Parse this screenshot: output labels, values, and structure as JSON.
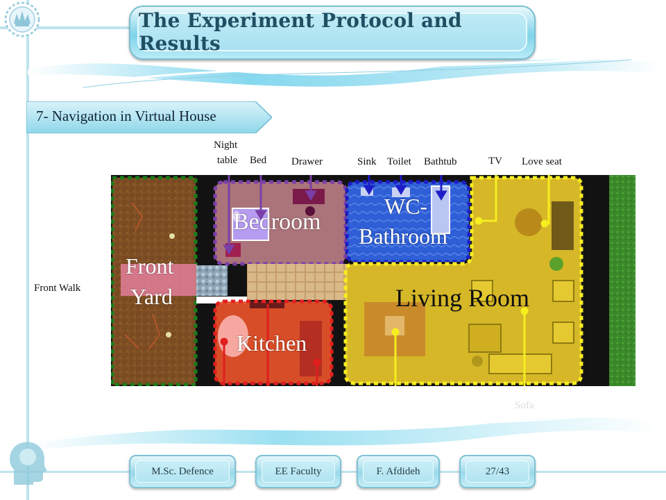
{
  "slide": {
    "title": "The Experiment Protocol and Results",
    "section": "7- Navigation in Virtual House"
  },
  "callouts": {
    "night_table_1": "Night",
    "night_table_2": "table",
    "bed": "Bed",
    "drawer": "Drawer",
    "sink": "Sink",
    "toilet": "Toilet",
    "bathtub": "Bathtub",
    "tv": "TV",
    "love_seat": "Love seat",
    "front_walk": "Front Walk",
    "sofa": "Sofa"
  },
  "rooms": {
    "bedroom": "Bedroom",
    "wc_1": "WC-",
    "wc_2": "Bathroom",
    "front_1": "Front",
    "front_2": "Yard",
    "kitchen": "Kitchen",
    "living": "Living Room"
  },
  "footer": {
    "defence": "M.Sc. Defence",
    "faculty": "EE Faculty",
    "author": "F. Afdideh",
    "page": "27/43"
  },
  "colors": {
    "accent": "#7fd3ea",
    "bedroom": "#7a3fa8",
    "bathroom": "#1d1dc8",
    "living": "#f6ee1f",
    "kitchen": "#e01e1e",
    "front_yard": "#1a7a1a"
  },
  "icons": {
    "logo": "university-emblem-icon",
    "bottom_logo": "head-silhouette-icon"
  }
}
